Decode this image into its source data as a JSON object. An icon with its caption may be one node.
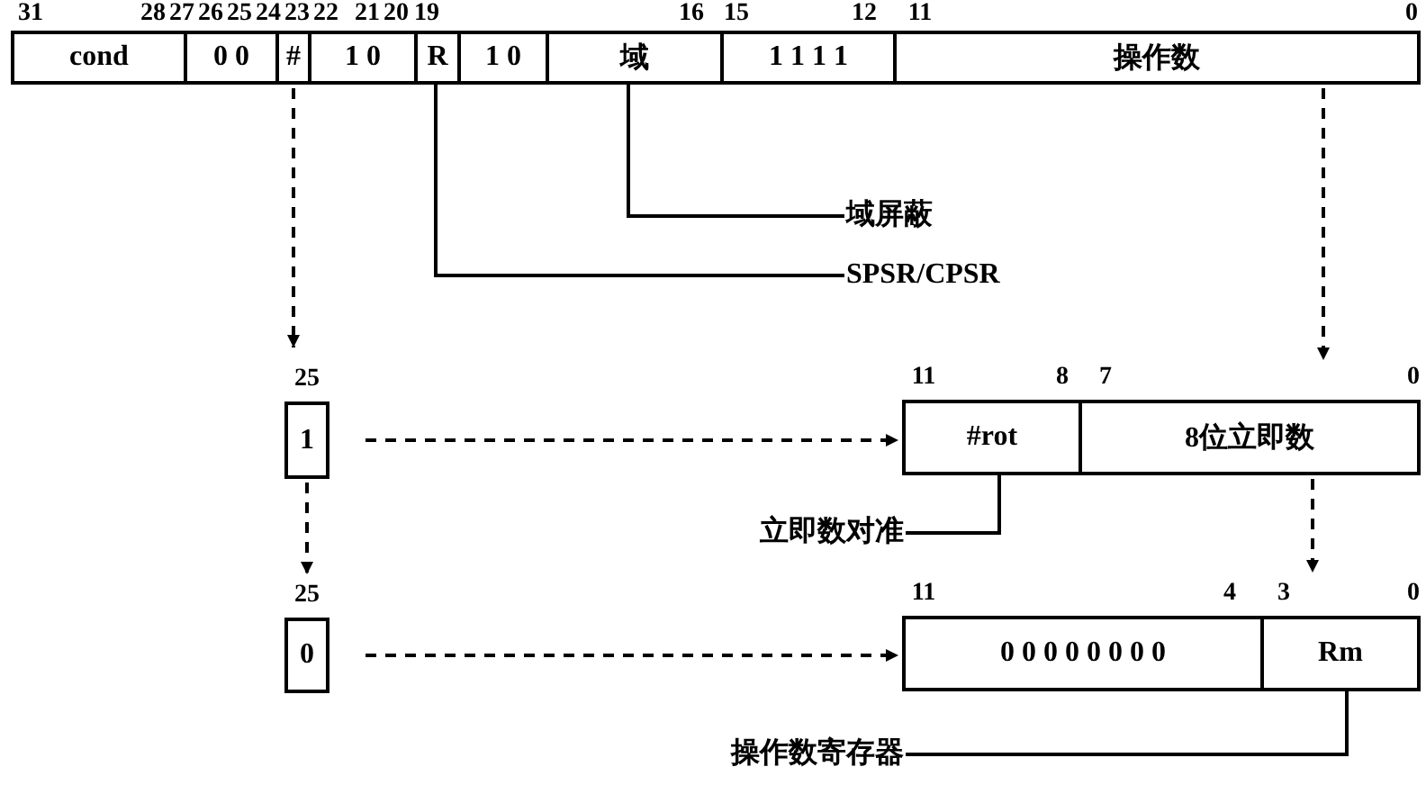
{
  "diagram": {
    "nodes": [
      {
        "text": [
          "cond"
        ]
      },
      {
        "text": [
          "0 0"
        ]
      },
      {
        "text": [
          "#"
        ]
      },
      {
        "text": [
          "1 0"
        ]
      },
      {
        "text": [
          "R"
        ]
      },
      {
        "text": [
          "1 0"
        ]
      },
      {
        "text": [
          "域"
        ]
      },
      {
        "text": [
          "1 1 1 1"
        ]
      },
      {
        "text": [
          "操作数"
        ]
      },
      {
        "text": [
          "域屏蔽"
        ]
      },
      {
        "text": [
          "SPSR/CPSR"
        ]
      },
      {
        "text": [
          "1"
        ],
        "beside": [
          "25"
        ]
      },
      {
        "text": [
          "0"
        ],
        "beside": [
          "25"
        ]
      },
      {
        "text": [
          "#rot"
        ]
      },
      {
        "text": [
          "8位立即数"
        ]
      },
      {
        "text": [
          "立即数对准"
        ]
      },
      {
        "text": [
          "0 0 0 0 0 0 0 0"
        ]
      },
      {
        "text": [
          "Rm"
        ]
      },
      {
        "text": [
          "操作数寄存器"
        ]
      }
    ],
    "edges": [
      {
        "from": 2,
        "to": 11,
        "arrow": "to",
        "style": "dashed"
      },
      {
        "from": 11,
        "to": 12,
        "arrow": "to",
        "style": "dashed"
      },
      {
        "from": 11,
        "to": 13,
        "arrow": "to",
        "style": "dashed"
      },
      {
        "from": 12,
        "to": 16,
        "arrow": "to",
        "style": "dashed"
      },
      {
        "from": 8,
        "to": 14,
        "arrow": "to",
        "style": "dashed"
      },
      {
        "from": 14,
        "to": 17,
        "arrow": "to",
        "style": "dashed"
      },
      {
        "from": 6,
        "to": 9,
        "arrow": "none"
      },
      {
        "from": 4,
        "to": 10,
        "arrow": "none"
      },
      {
        "from": 13,
        "to": 15,
        "arrow": "none"
      },
      {
        "from": 17,
        "to": 18,
        "arrow": "none"
      }
    ],
    "labels": [
      "31",
      "28",
      "27",
      "26",
      "25",
      "24",
      "23",
      "22",
      "21",
      "20",
      "19",
      "16",
      "15",
      "12",
      "11",
      "0",
      "11",
      "8",
      "7",
      "0",
      "11",
      "4",
      "3",
      "0"
    ]
  }
}
